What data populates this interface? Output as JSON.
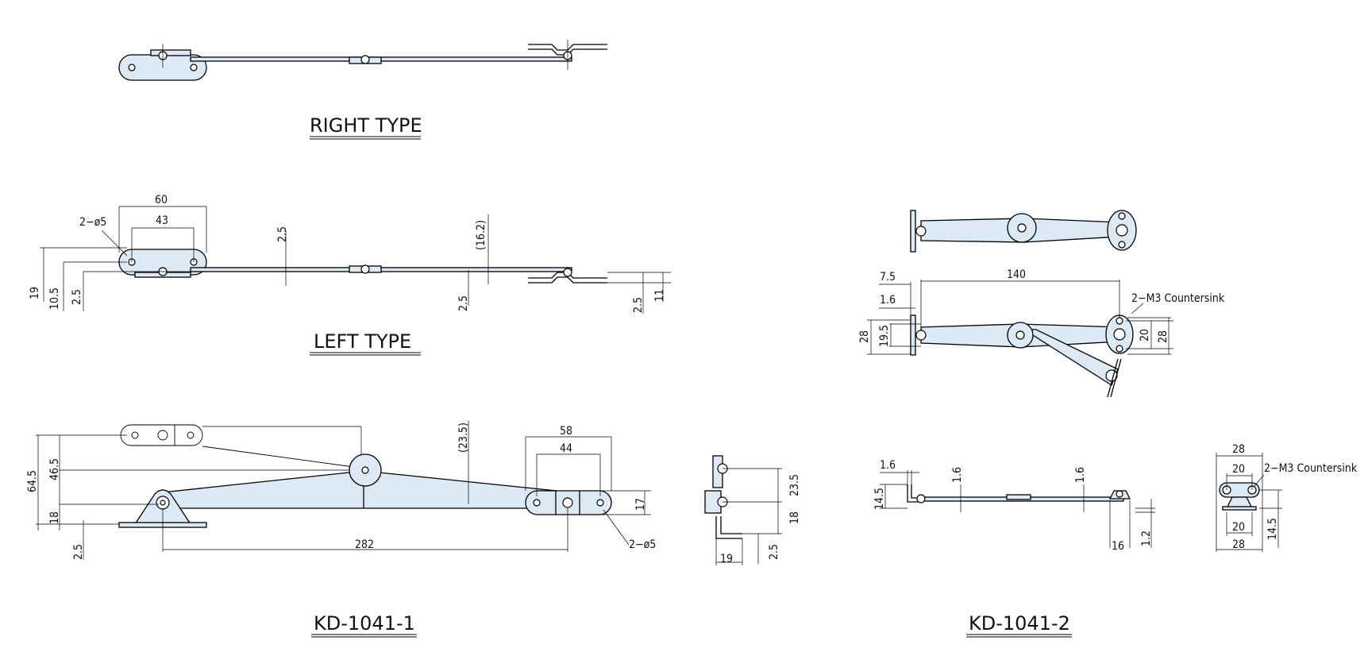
{
  "titles": {
    "right_type": "RIGHT TYPE",
    "left_type": "LEFT TYPE",
    "model_1": "KD-1041-1",
    "model_2": "KD-1041-2"
  },
  "dims": {
    "d60": "60",
    "d43": "43",
    "hole_2x5_a": "2−ø5",
    "d2_5_top": "2.5",
    "d16_2": "(16.2)",
    "d19": "19",
    "d10_5": "10.5",
    "d2_5_left": "2.5",
    "d2_5_mid": "2.5",
    "d2_5_right": "2.5",
    "d11": "11",
    "d64_5": "64.5",
    "d46_5": "46.5",
    "d18_left": "18",
    "d2_5_bottom": "2.5",
    "d23_5_paren": "(23.5)",
    "d58": "58",
    "d44": "44",
    "d17": "17",
    "d282": "282",
    "hole_2x5_b": "2−ø5",
    "d23_5": "23.5",
    "d18_side": "18",
    "d19_side": "19",
    "d2_5_side": "2.5",
    "d7_5": "7.5",
    "d140": "140",
    "d1_6_a": "1.6",
    "m3_countersink_a": "2−M3  Countersink",
    "d28_left": "28",
    "d19_5": "19.5",
    "d20_right": "20",
    "d28_right": "28",
    "d1_6_b": "1.6",
    "d1_6_c": "1.6",
    "d1_6_d": "1.6",
    "d14_5_a": "14.5",
    "d16": "16",
    "d1_2": "1.2",
    "d28_top": "28",
    "d20_top": "20",
    "m3_countersink_b": "2−M3  Countersink",
    "d20_bottom": "20",
    "d28_bottom": "28",
    "d14_5_b": "14.5"
  },
  "colors": {
    "part_fill": "#dde9f5",
    "line": "#000000"
  }
}
